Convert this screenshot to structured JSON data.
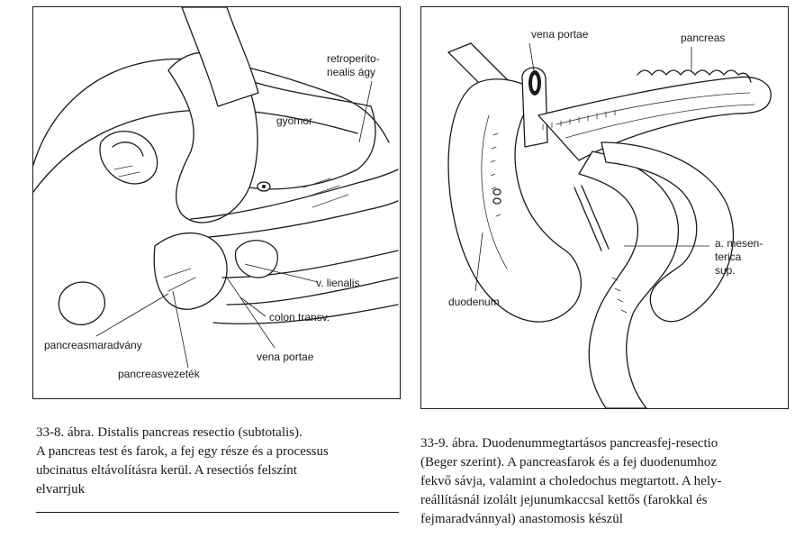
{
  "left_figure": {
    "labels": {
      "retroperito": "retroperito-",
      "nealis_agy": "nealis ágy",
      "gyomor": "gyomor",
      "v_lienalis": "v. lienalis",
      "colon_transv": "colon transv.",
      "pancreasmaradvany": "pancreasmaradvány",
      "vena_portae": "vena portae",
      "pancreasvezetek": "pancreasvezeték"
    },
    "caption": [
      "33-8. ábra. Distalis pancreas resectio (subtotalis).",
      "A pancreas test és farok, a fej egy része és a processus",
      "ubcinatus eltávolításra kerül. A resectiós felszínt",
      "elvarrjuk"
    ]
  },
  "right_figure": {
    "labels": {
      "vena_portae": "vena portae",
      "pancreas": "pancreas",
      "a_mesen": "a. mesen-",
      "terica": "terica",
      "sup": "sup.",
      "duodenum": "duodenum"
    },
    "caption": [
      "33-9. ábra. Duodenummegtartásos pancreasfej-resectio",
      "(Beger szerint). A pancreasfarok és a fej duodenumhoz",
      "fekvő sávja, valamint a choledochus megtartott. A hely-",
      "reállításnál izolált jejunumkaccsal kettős (farokkal és",
      "fejmaradvánnyal) anastomosis készül"
    ]
  }
}
